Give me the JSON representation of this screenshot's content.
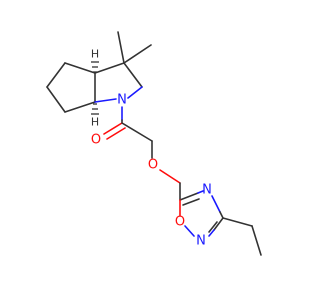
{
  "molecule": {
    "atoms": {
      "n_ring": {
        "symbol": "N",
        "color": "#1a1aff"
      },
      "o_carbonyl": {
        "symbol": "O",
        "color": "#ff0d0d"
      },
      "o_ether": {
        "symbol": "O",
        "color": "#ff0d0d"
      },
      "n_oxadiazole_3": {
        "symbol": "N",
        "color": "#1a1aff"
      },
      "n_oxadiazole_2": {
        "symbol": "N",
        "color": "#1a1aff"
      },
      "o_oxadiazole": {
        "symbol": "O",
        "color": "#ff0d0d"
      },
      "h_stereo_top": {
        "symbol": "H",
        "color": "#333333"
      },
      "h_stereo_bottom": {
        "symbol": "H",
        "color": "#333333"
      }
    },
    "bond_color": "#333333"
  }
}
